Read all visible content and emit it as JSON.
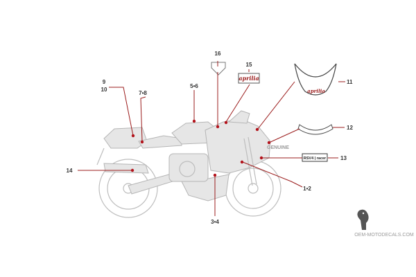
{
  "callouts": [
    {
      "label": "16"
    },
    {
      "label": "15"
    },
    {
      "label": "11"
    },
    {
      "label": "9"
    },
    {
      "label": "10"
    },
    {
      "label": "7•8"
    },
    {
      "label": "5•6"
    },
    {
      "label": "12"
    },
    {
      "label": "13"
    },
    {
      "label": "14"
    },
    {
      "label": "1•2"
    },
    {
      "label": "3•4"
    }
  ],
  "decals": {
    "aprilia_plate": "aprilia",
    "nose_logo": "aprilia",
    "racer_plate": "RSV4 | racer",
    "genuine": "GENUINE"
  },
  "watermark": {
    "brand_text": "OEM-MOTODECALS.COM"
  },
  "colors": {
    "accent": "#9b1c1c",
    "dot": "#b3121b",
    "outline": "#bdbdbd"
  }
}
